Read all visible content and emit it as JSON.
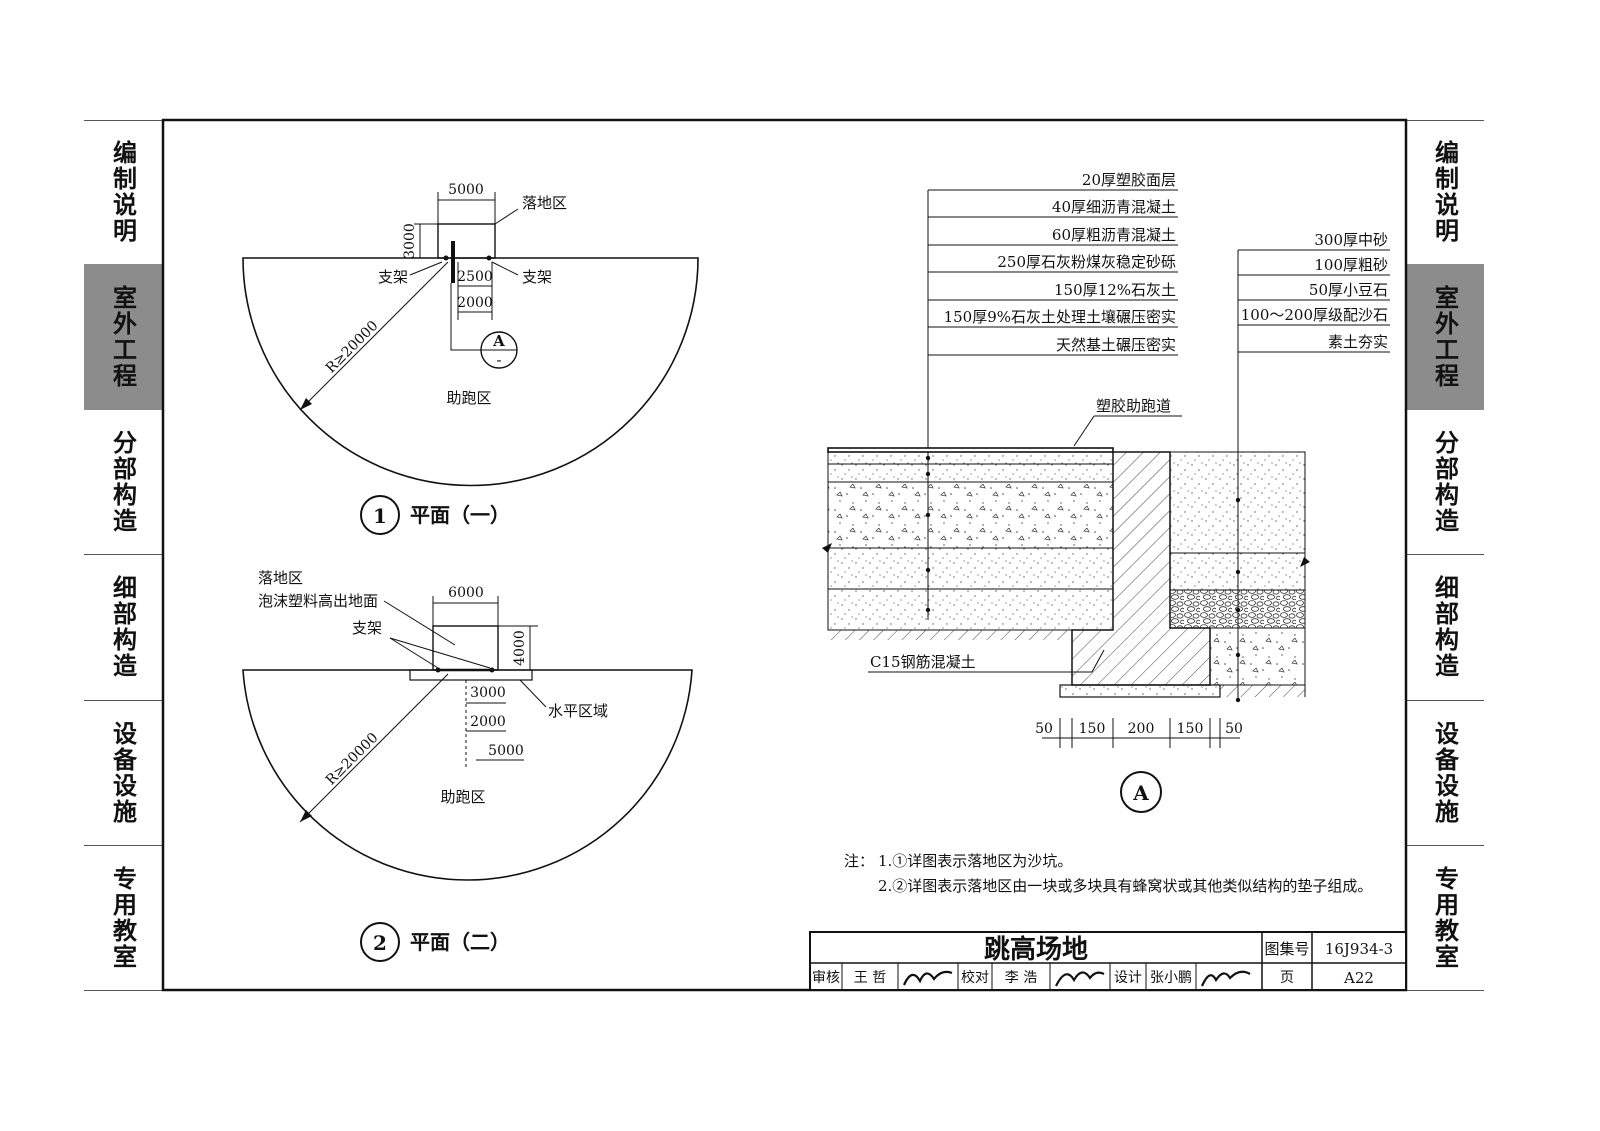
{
  "sidebar": {
    "tabs": [
      "编制说明",
      "室外工程",
      "分部构造",
      "细部构造",
      "设备设施",
      "专用教室"
    ],
    "active_index": 1,
    "active_color": "#8c8c8c"
  },
  "plan1": {
    "title_num": "1",
    "title": "平面（一）",
    "landing": "落地区",
    "support_left": "支架",
    "support_right": "支架",
    "dim_width": "5000",
    "dim_depth": "3000",
    "dim_2500": "2500",
    "dim_2000": "2000",
    "radius": "R≥20000",
    "runup": "助跑区",
    "callout_letter": "A",
    "callout_sub": "-"
  },
  "plan2": {
    "title_num": "2",
    "title": "平面（二）",
    "landing": "落地区",
    "foam": "泡沫塑料高出地面",
    "support": "支架",
    "dim_width": "6000",
    "dim_depth": "4000",
    "dim_3000": "3000",
    "dim_2000": "2000",
    "dim_5000": "5000",
    "level_area": "水平区域",
    "radius": "R≥20000",
    "runup": "助跑区"
  },
  "section": {
    "left_layers": [
      "20厚塑胶面层",
      "40厚细沥青混凝土",
      "60厚粗沥青混凝土",
      "250厚石灰粉煤灰稳定砂砾",
      "150厚12%石灰土",
      "150厚9%石灰土处理土壤碾压密实",
      "天然基土碾压密实"
    ],
    "right_layers": [
      "300厚中砂",
      "100厚粗砂",
      "50厚小豆石",
      "100～200厚级配沙石",
      "素土夯实"
    ],
    "track": "塑胶助跑道",
    "concrete": "C15钢筋混凝土",
    "dims": [
      "50",
      "150",
      "200",
      "150",
      "50"
    ],
    "label": "A"
  },
  "notes": {
    "prefix": "注：",
    "line1": "1.①详图表示落地区为沙坑。",
    "line2": "2.②详图表示落地区由一块或多块具有蜂窝状或其他类似结构的垫子组成。"
  },
  "title_block": {
    "title": "跳高场地",
    "atlas_label": "图集号",
    "atlas_no": "16J934-3",
    "review_label": "审核",
    "reviewer": "王 哲",
    "check_label": "校对",
    "checker": "李 浩",
    "design_label": "设计",
    "designer": "张小鹏",
    "page_label": "页",
    "page_no": "A22"
  }
}
